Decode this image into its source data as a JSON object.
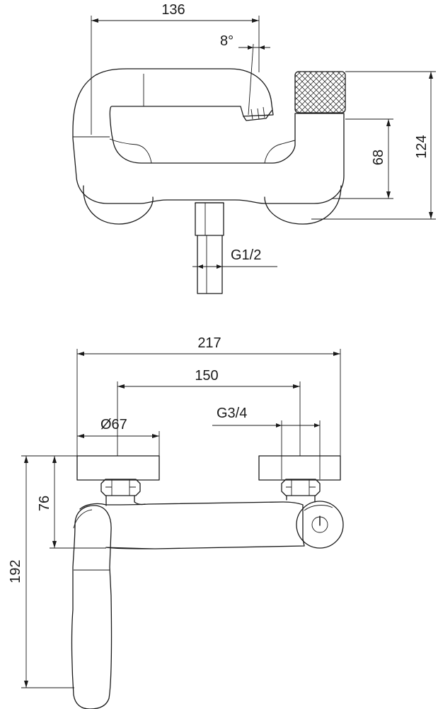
{
  "side_view": {
    "dim_width": "136",
    "dim_angle": "8°",
    "dim_height_total": "124",
    "dim_height_handle": "68",
    "dim_thread": "G1/2"
  },
  "top_view": {
    "dim_overall_width": "217",
    "dim_centers": "150",
    "dim_diameter": "Ø67",
    "dim_thread": "G3/4",
    "dim_projection": "76",
    "dim_total_depth": "192"
  }
}
